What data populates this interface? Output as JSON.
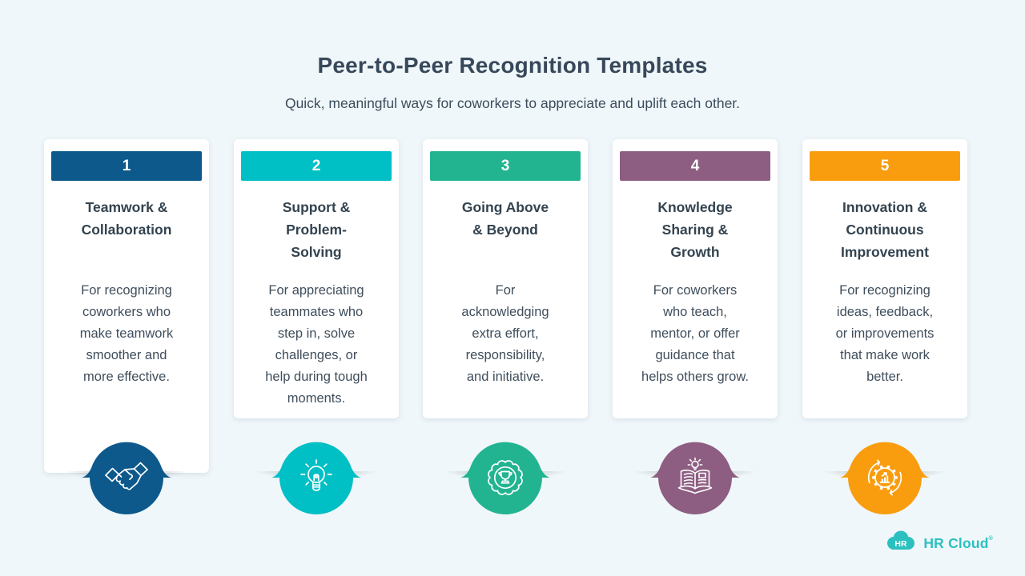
{
  "page": {
    "title": "Peer-to-Peer Recognition Templates",
    "subtitle": "Quick, meaningful ways for coworkers to appreciate and uplift each other."
  },
  "cards": [
    {
      "number": "1",
      "color": "#0d598b",
      "title": "Teamwork &\nCollaboration",
      "description": "For recognizing\ncoworkers who\nmake teamwork\nsmoother and\nmore effective.",
      "icon": "handshake-icon"
    },
    {
      "number": "2",
      "color": "#00bfc5",
      "title": "Support &\nProblem-\nSolving",
      "description": "For appreciating\nteammates who\nstep in, solve\nchallenges, or\nhelp during tough\nmoments.",
      "icon": "lightbulb-icon"
    },
    {
      "number": "3",
      "color": "#22b491",
      "title": "Going Above\n& Beyond",
      "description": "For\nacknowledging\nextra effort,\nresponsibility,\nand initiative.",
      "icon": "award-rosette-icon"
    },
    {
      "number": "4",
      "color": "#8d5e82",
      "title": "Knowledge\nSharing &\nGrowth",
      "description": "For coworkers\nwho teach,\nmentor, or offer\nguidance that\nhelps others grow.",
      "icon": "open-book-icon"
    },
    {
      "number": "5",
      "color": "#f99d0e",
      "title": "Innovation &\nContinuous\nImprovement",
      "description": "For recognizing\nideas, feedback,\nor improvements\nthat make work\nbetter.",
      "icon": "gear-chart-icon"
    }
  ],
  "footer": {
    "logo_badge": "HR",
    "logo_text": "HR Cloud",
    "logo_reg": "®",
    "brand_color": "#2bc0bf"
  }
}
